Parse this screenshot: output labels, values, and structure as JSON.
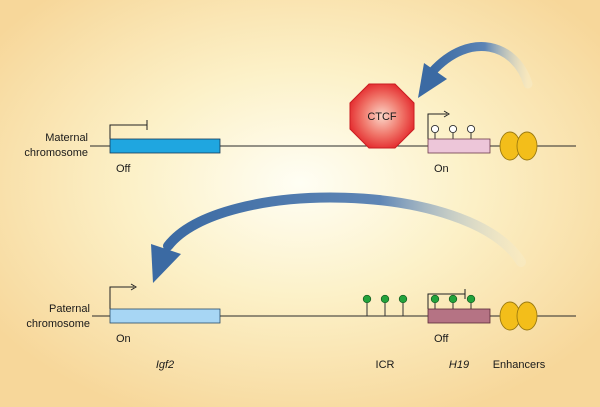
{
  "maternal": {
    "label_line1": "Maternal",
    "label_line2": "chromosome",
    "igf2_state": "Off",
    "h19_state": "On",
    "ctcf_label": "CTCF"
  },
  "paternal": {
    "label_line1": "Paternal",
    "label_line2": "chromosome",
    "igf2_state": "On",
    "h19_state": "Off"
  },
  "legend": {
    "igf2": "Igf2",
    "icr": "ICR",
    "h19": "H19",
    "enhancers": "Enhancers"
  },
  "colors": {
    "background_center": "#fdfbe4",
    "background_edge": "#f9dba0",
    "igf2_maternal": "#1fa6e0",
    "igf2_paternal": "#a7d6f4",
    "h19_maternal": "#edc6d9",
    "h19_paternal": "#b57384",
    "enhancer": "#f3be1a",
    "ctcf": "#e8262a",
    "methyl": "#22a33c",
    "arrow": "#3b6aa3"
  }
}
